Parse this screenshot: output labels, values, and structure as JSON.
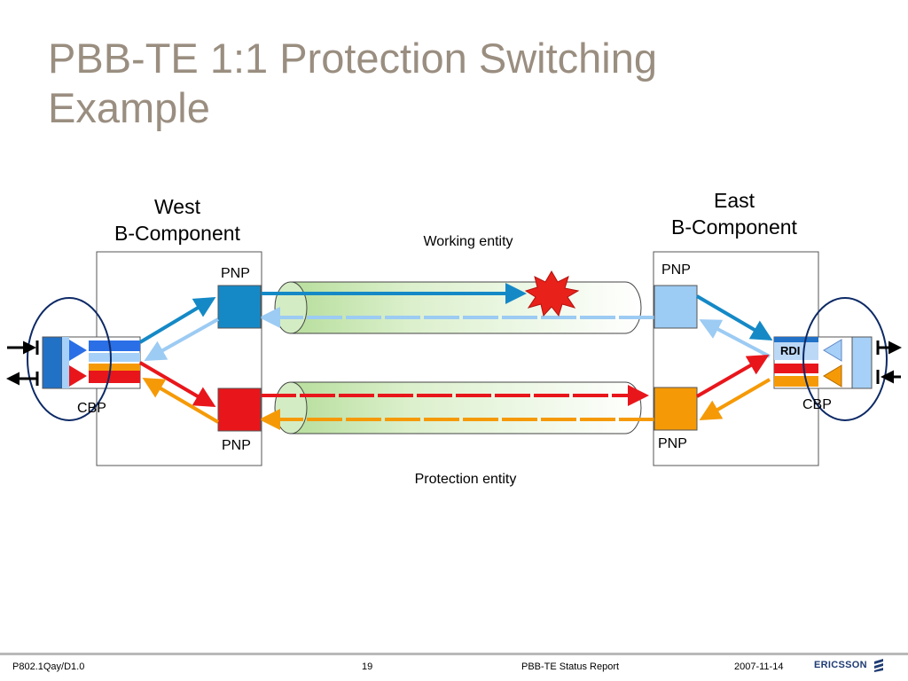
{
  "slide": {
    "title_lines": [
      "PBB-TE 1:1 Protection Switching",
      "Example"
    ]
  },
  "diagram": {
    "west": {
      "label_lines": [
        "West",
        "B-Component"
      ],
      "pnp_top": "PNP",
      "pnp_bottom": "PNP",
      "cbp": "CBP"
    },
    "east": {
      "label_lines": [
        "East",
        "B-Component"
      ],
      "pnp_top": "PNP",
      "pnp_bottom": "PNP",
      "cbp": "CBP",
      "rdi": "RDI"
    },
    "working_entity": "Working entity",
    "protection_entity": "Protection entity",
    "colors": {
      "working_forward": "#1589c6",
      "working_return": "#9ccbf3",
      "protection_forward": "#e8161b",
      "protection_return": "#f59a06",
      "tunnel": "#cde9b9",
      "fault": "#e8221b",
      "cbp_blue": "#2b6fe6",
      "cbp_frame_blue": "#2171c7",
      "cbp_frame_light": "#a6d0f7",
      "ellipse": "#0d2a66"
    },
    "icons": [
      "fault-burst-icon",
      "arrow-in-icon",
      "arrow-out-icon"
    ]
  },
  "footer": {
    "doc_id": "P802.1Qay/D1.0",
    "page": "19",
    "report": "PBB-TE Status Report",
    "date": "2007-11-14",
    "logo": "ERICSSON"
  }
}
